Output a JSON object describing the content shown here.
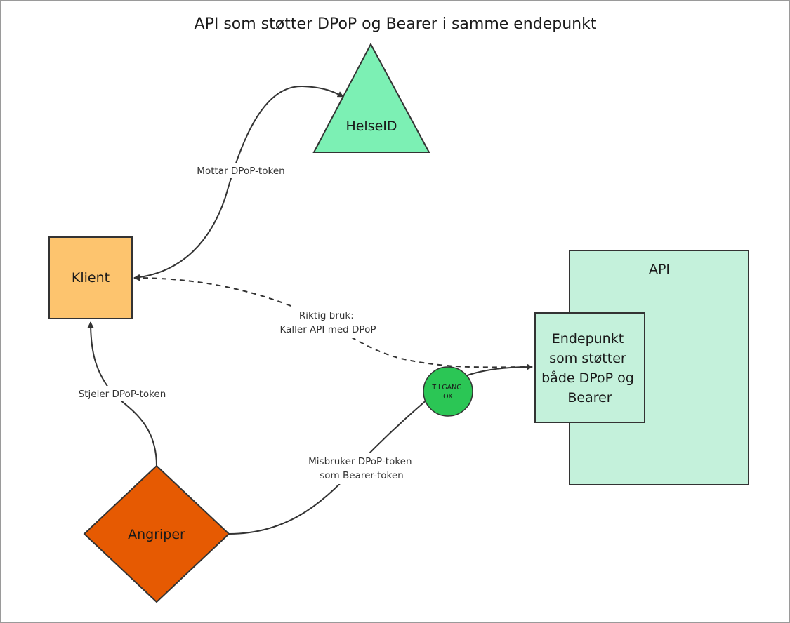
{
  "title": "API som støtter DPoP og Bearer i samme endepunkt",
  "nodes": {
    "helseid": {
      "label": "HelseID",
      "color": "#7cf0b4"
    },
    "klient": {
      "label": "Klient",
      "color": "#fdc46e"
    },
    "api": {
      "label": "API",
      "color": "#c4f1db"
    },
    "endepunkt": {
      "lines": [
        "Endepunkt",
        "som støtter",
        "både DPoP og",
        "Bearer"
      ],
      "color": "#c4f1db"
    },
    "angriper": {
      "label": "Angriper",
      "color": "#e65a02"
    },
    "badge": {
      "lines": [
        "TILGANG",
        "OK"
      ],
      "color": "#2bc655"
    }
  },
  "edges": {
    "mottar": {
      "label": "Mottar DPoP-token"
    },
    "riktig": {
      "lines": [
        "Riktig bruk:",
        "Kaller API med DPoP"
      ]
    },
    "stjeler": {
      "label": "Stjeler DPoP-token"
    },
    "misbruker": {
      "lines": [
        "Misbruker DPoP-token",
        "som Bearer-token"
      ]
    }
  }
}
